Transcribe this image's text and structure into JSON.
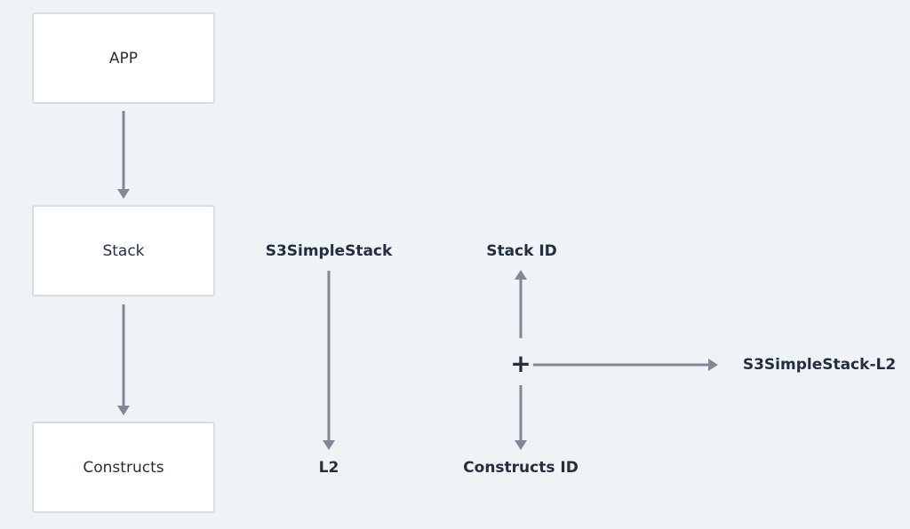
{
  "hierarchy": {
    "app": "APP",
    "stack": "Stack",
    "constructs": "Constructs"
  },
  "example": {
    "stack_name": "S3SimpleStack",
    "construct_name": "L2"
  },
  "id_composition": {
    "stack_id": "Stack ID",
    "constructs_id": "Constructs ID",
    "operator": "+",
    "result": "S3SimpleStack-L2"
  },
  "colors": {
    "background": "#eff3f6",
    "box_fill": "#ffffff",
    "box_border": "#d6dde4",
    "arrow": "#7d8995",
    "text": "#232f3e"
  }
}
